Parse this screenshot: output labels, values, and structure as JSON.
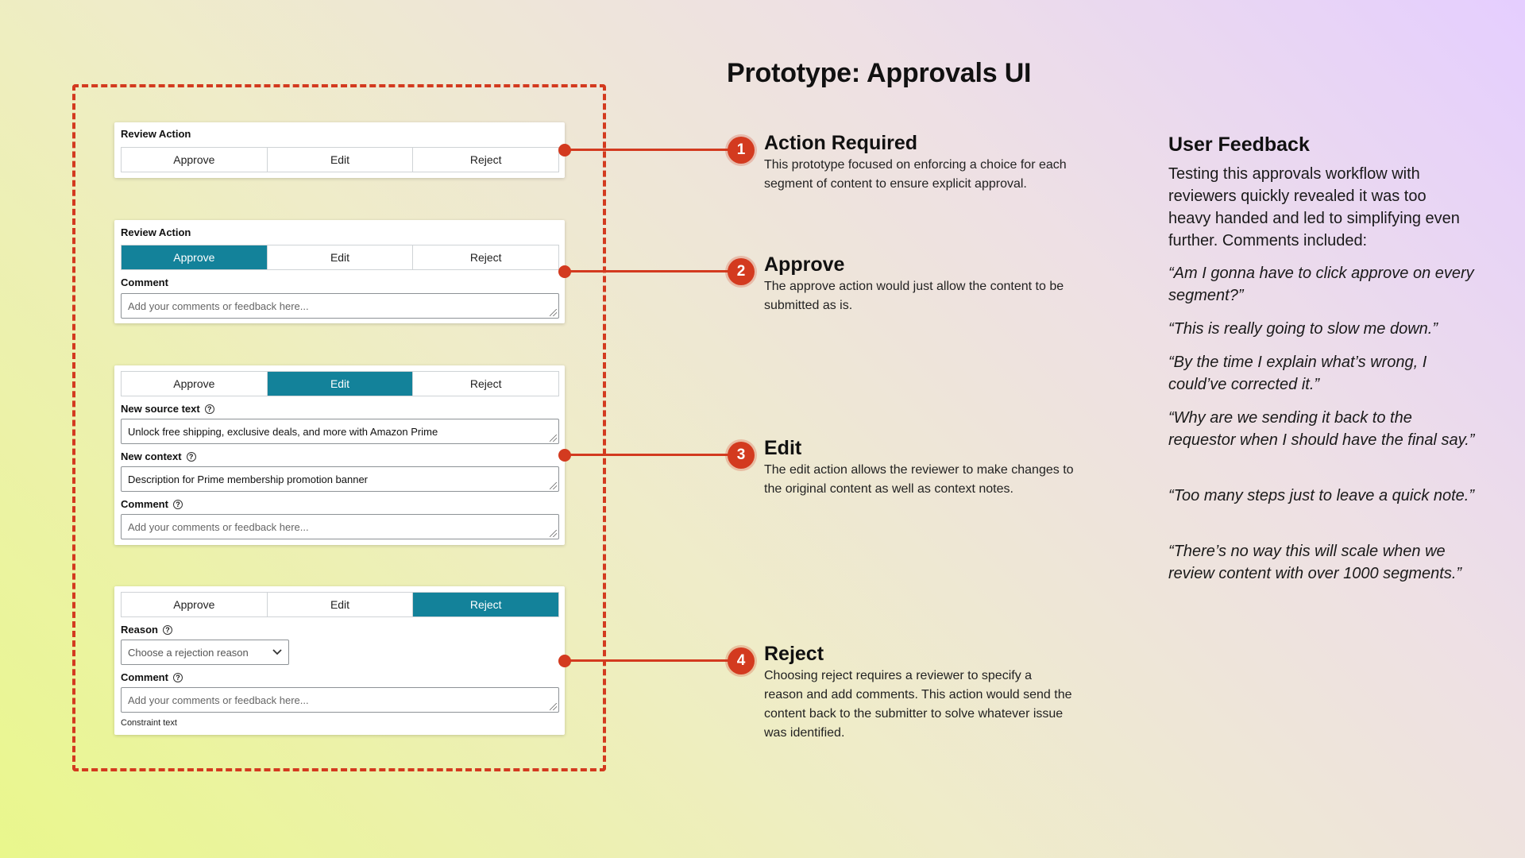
{
  "title": "Prototype: Approvals UI",
  "colors": {
    "accent": "#d33a1f",
    "selected": "#13829a"
  },
  "cards": {
    "review1": {
      "heading": "Review Action",
      "approve": "Approve",
      "edit": "Edit",
      "reject": "Reject"
    },
    "review2": {
      "heading": "Review Action",
      "approve": "Approve",
      "edit": "Edit",
      "reject": "Reject",
      "comment_label": "Comment",
      "comment_placeholder": "Add your comments or feedback here..."
    },
    "edit": {
      "approve": "Approve",
      "edit": "Edit",
      "reject": "Reject",
      "source_label": "New source text",
      "source_value": "Unlock free shipping, exclusive deals, and more with Amazon Prime",
      "context_label": "New context",
      "context_value": "Description for Prime membership promotion banner",
      "comment_label": "Comment",
      "comment_placeholder": "Add your comments or feedback here..."
    },
    "reject": {
      "approve": "Approve",
      "edit": "Edit",
      "reject": "Reject",
      "reason_label": "Reason",
      "reason_placeholder": "Choose a rejection reason",
      "comment_label": "Comment",
      "comment_placeholder": "Add your comments or feedback here...",
      "constraint": "Constraint text"
    }
  },
  "steps": [
    {
      "num": "1",
      "title": "Action Required",
      "desc": "This prototype focused on enforcing a choice for each segment of content to ensure explicit approval."
    },
    {
      "num": "2",
      "title": "Approve",
      "desc": "The approve action would just allow the content to be submitted as is."
    },
    {
      "num": "3",
      "title": "Edit",
      "desc": "The edit action allows the reviewer to make changes to the original content as well as context notes."
    },
    {
      "num": "4",
      "title": "Reject",
      "desc": "Choosing reject requires a reviewer to specify a reason and add comments. This action would send the content back to the submitter to solve whatever issue was identified."
    }
  ],
  "feedback": {
    "title": "User Feedback",
    "intro": "Testing this approvals workflow with reviewers quickly revealed it was too heavy handed and led to simplifying even further. Comments included:",
    "quotes": [
      "“Am I gonna have to click approve on every segment?”",
      "“This is really going to slow me down.”",
      "“By the time I explain what’s wrong, I could’ve corrected it.”",
      "“Why are we sending it back to the requestor when I should have the final say.”",
      "“Too many steps just to leave a quick note.”",
      "“There’s no way this will scale when we review content with over 1000 segments.”"
    ]
  }
}
